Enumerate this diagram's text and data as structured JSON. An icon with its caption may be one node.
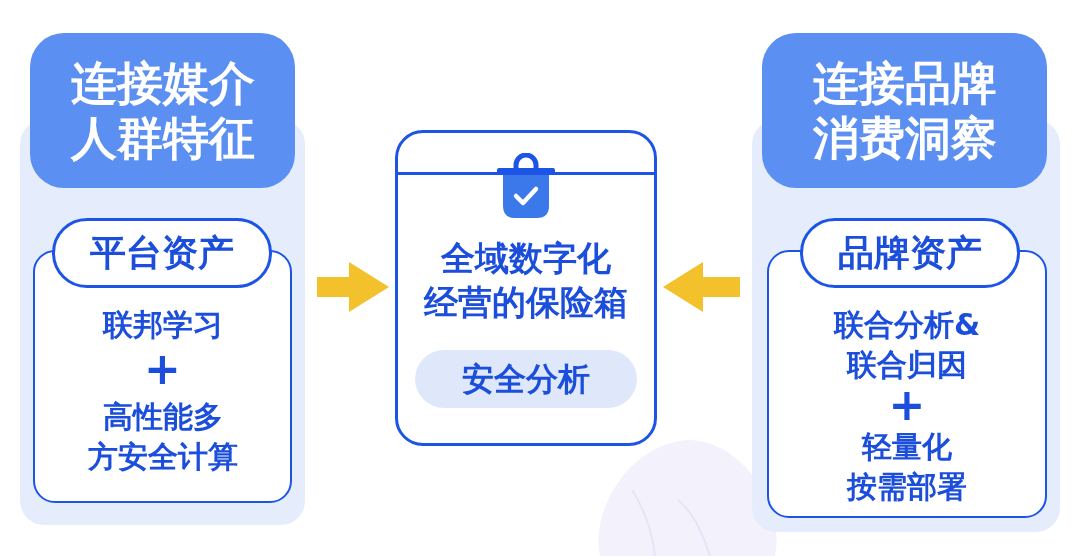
{
  "diagram": {
    "nodes": [
      {
        "text": [
          "连接媒介人群特征"
        ]
      },
      {
        "text": [
          "平台资产"
        ],
        "in": 0
      },
      {
        "text": [
          "联邦学习",
          "+",
          "高性能多方安全计算"
        ],
        "in": 0
      },
      {
        "text": [
          "全域数字化经营的保险箱"
        ]
      },
      {
        "text": [
          "安全分析"
        ],
        "in": 3
      },
      {
        "text": [
          "连接品牌消费洞察"
        ]
      },
      {
        "text": [
          "品牌资产"
        ],
        "in": 5
      },
      {
        "text": [
          "联合分析&联合归因",
          "+",
          "轻量化按需部署"
        ],
        "in": 5
      }
    ],
    "edges": [
      {
        "from": 0,
        "to": 3,
        "arrow": "to"
      },
      {
        "from": 5,
        "to": 3,
        "arrow": "to"
      }
    ]
  }
}
